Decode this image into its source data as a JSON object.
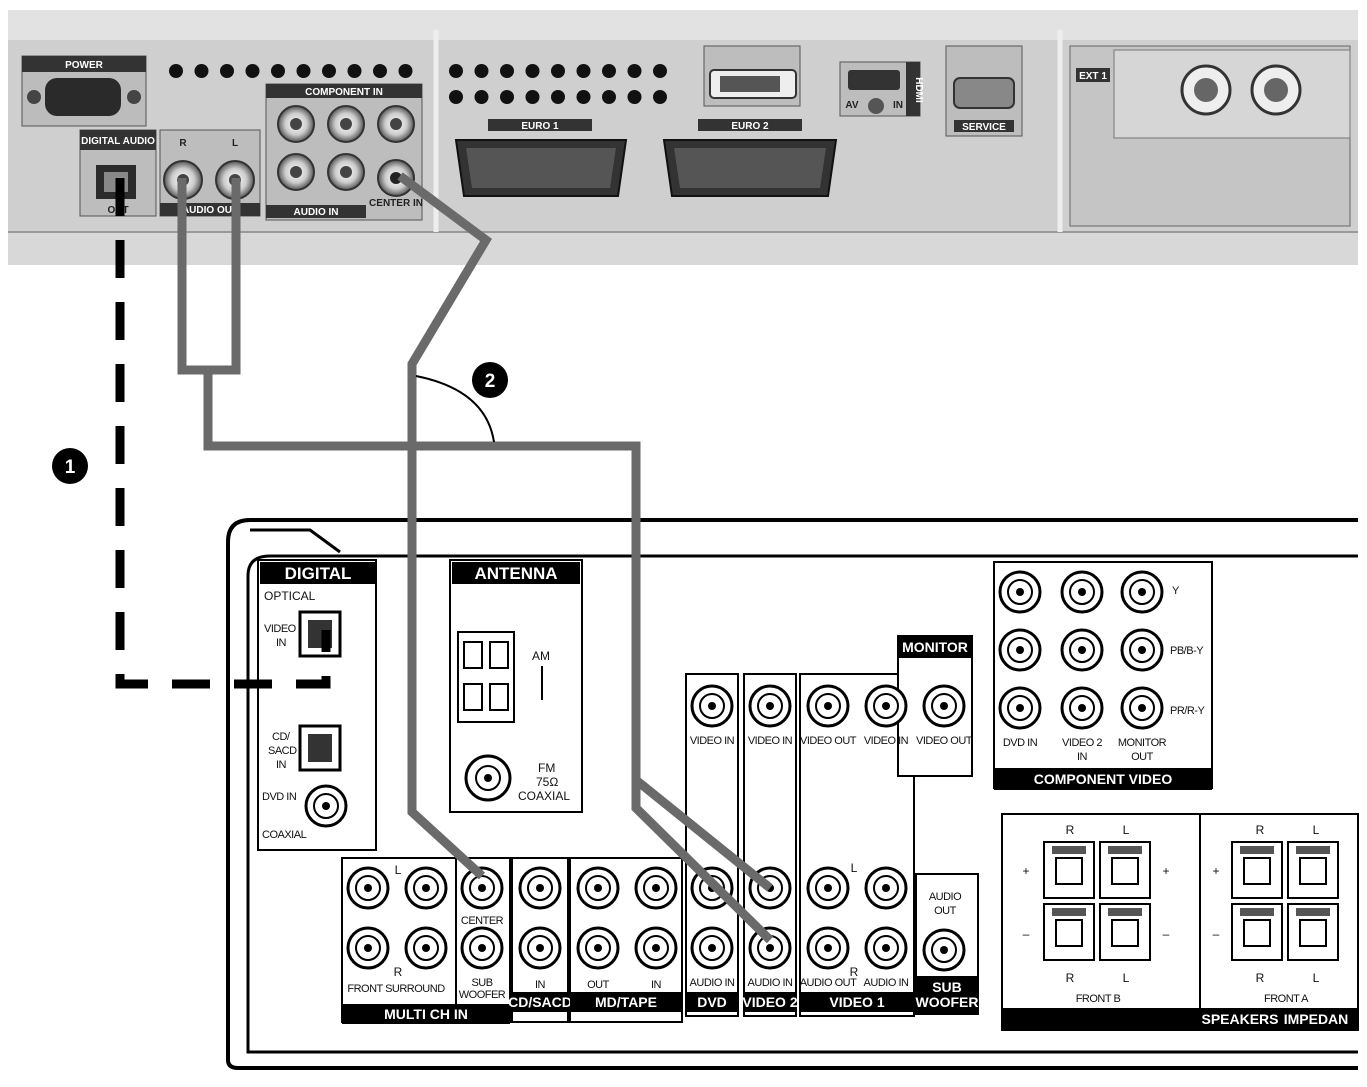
{
  "tv_panel": {
    "power_label": "POWER",
    "digital_audio_label": "DIGITAL AUDIO",
    "digital_audio_out": "OUT",
    "audio_out_label": "AUDIO OUT",
    "audio_out_r": "R",
    "audio_out_l": "L",
    "component_in_label": "COMPONENT IN",
    "audio_in_label": "AUDIO IN",
    "center_in_label": "CENTER IN",
    "euro1_label": "EURO 1",
    "euro2_label": "EURO 2",
    "av_label": "AV",
    "in_label": "IN",
    "hdmi_label": "HDMI",
    "service_label": "SERVICE",
    "ext_label": "EXT 1"
  },
  "callouts": {
    "one": "1",
    "two": "2"
  },
  "receiver": {
    "digital_head": "DIGITAL",
    "optical": "OPTICAL",
    "video2_in_1": "VIDEO 2",
    "video2_in_2": "IN",
    "cd_sacd_1": "CD/",
    "cd_sacd_2": "SACD",
    "cd_sacd_3": "IN",
    "dvd_in": "DVD IN",
    "coaxial": "COAXIAL",
    "antenna_head": "ANTENNA",
    "am": "AM",
    "fm_1": "FM",
    "fm_2": "75Ω",
    "fm_3": "COAXIAL",
    "monitor_head": "MONITOR",
    "video_in_a": "VIDEO IN",
    "video_in_b": "VIDEO IN",
    "video_out_a": "VIDEO OUT",
    "video_in_c": "VIDEO IN",
    "video_out_b": "VIDEO OUT",
    "y": "Y",
    "pb": "PB/B-Y",
    "pr": "PR/R-Y",
    "dvd_in_cv": "DVD IN",
    "video2_in_cv_1": "VIDEO 2",
    "video2_in_cv_2": "IN",
    "monitor_out_1": "MONITOR",
    "monitor_out_2": "OUT",
    "component_video_head": "COMPONENT VIDEO",
    "l": "L",
    "r": "R",
    "front_surround": "FRONT SURROUND",
    "center": "CENTER",
    "sub_1": "SUB",
    "sub_2": "WOOFER",
    "multi_ch_in": "MULTI CH IN",
    "in": "IN",
    "out": "OUT",
    "cd_sacd_head": "CD/SACD",
    "md_tape_head": "MD/TAPE",
    "audio_in": "AUDIO IN",
    "audio_out": "AUDIO OUT",
    "dvd_head": "DVD",
    "video2_head": "VIDEO 2",
    "video1_head": "VIDEO 1",
    "audio_out_sw_1": "AUDIO",
    "audio_out_sw_2": "OUT",
    "sub_woofer_head_1": "SUB",
    "sub_woofer_head_2": "WOOFER",
    "front_b": "FRONT B",
    "front_a": "FRONT A",
    "speakers_head": "SPEAKERS",
    "impedance": "IMPEDAN",
    "plus": "+",
    "minus": "–"
  }
}
